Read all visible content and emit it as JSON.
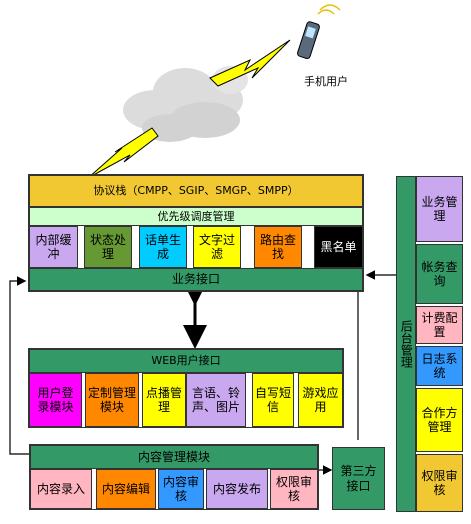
{
  "mobile_user": {
    "label": "手机用户"
  },
  "protocol_stack": {
    "title": "协议栈（CMPP、SGIP、SMGP、SMPP）",
    "priority": "优先级调度管理",
    "modules": [
      "内部缓冲",
      "状态处理",
      "话单生成",
      "文字过滤",
      "路由查找",
      "黑名单"
    ],
    "business_interface": "业务接口"
  },
  "web_interface": {
    "title": "WEB用户接口",
    "modules": [
      "用户登录模块",
      "定制管理模块",
      "点播管理",
      "言语、铃声、图片",
      "自写短信",
      "游戏应用"
    ]
  },
  "content_management": {
    "title": "内容管理模块",
    "modules": [
      "内容录入",
      "内容编辑",
      "内容审核",
      "内容发布",
      "权限审核"
    ]
  },
  "third_party": {
    "label": "第三方接口"
  },
  "backend": {
    "title": "后台管理",
    "modules": [
      "业务管理",
      "帐务查询",
      "计费配置",
      "日志系统",
      "合作方管理",
      "权限审核"
    ]
  },
  "colors": {
    "gold": "#f2c832",
    "light_green": "#ccffcc",
    "lavender": "#c9a8f0",
    "olive": "#669933",
    "cyan": "#00ccff",
    "yellow": "#ffff00",
    "orange": "#ff8800",
    "black": "#000000",
    "teal": "#339966",
    "magenta": "#ff00ff",
    "pink": "#ffb6c1",
    "blue": "#3399ff"
  }
}
